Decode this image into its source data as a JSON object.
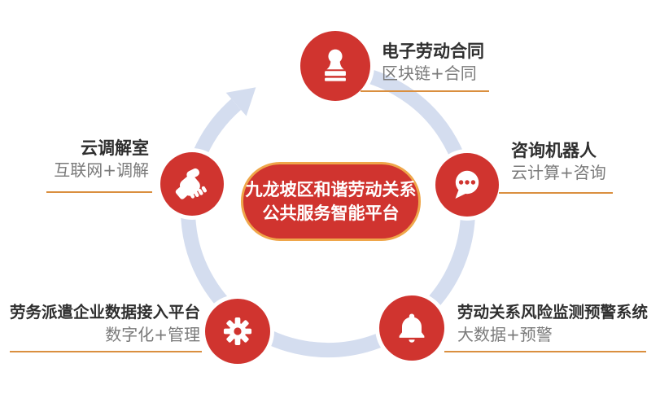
{
  "center": {
    "line1": "九龙坡区和谐劳动关系",
    "line2": "公共服务智能平台"
  },
  "nodes": [
    {
      "id": "electronic-contract",
      "position": "top",
      "title": "电子劳动合同",
      "subtitle": "区块链+合同",
      "icon": "stamp-icon"
    },
    {
      "id": "consult-robot",
      "position": "right",
      "title": "咨询机器人",
      "subtitle": "云计算+咨询",
      "icon": "chat-bubble-icon"
    },
    {
      "id": "risk-warning-system",
      "position": "bottom-right",
      "title": "劳动关系风险监测预警系统",
      "subtitle": "大数据+预警",
      "icon": "bell-icon"
    },
    {
      "id": "dispatch-data-platform",
      "position": "bottom-left",
      "title": "劳务派遣企业数据接入平台",
      "subtitle": "数字化+管理",
      "icon": "gear-icon"
    },
    {
      "id": "cloud-mediation-room",
      "position": "left",
      "title": "云调解室",
      "subtitle": "互联网+调解",
      "icon": "handshake-icon"
    }
  ],
  "colors": {
    "node_red": "#d0342f",
    "center_border_gold": "#efa64a",
    "ring_blue": "#d4ddef",
    "underline_orange": "#da8f3f",
    "title_text": "#2f2f2f",
    "subtitle_text": "#7a7a7a",
    "icon_glyph": "#ffffff"
  }
}
